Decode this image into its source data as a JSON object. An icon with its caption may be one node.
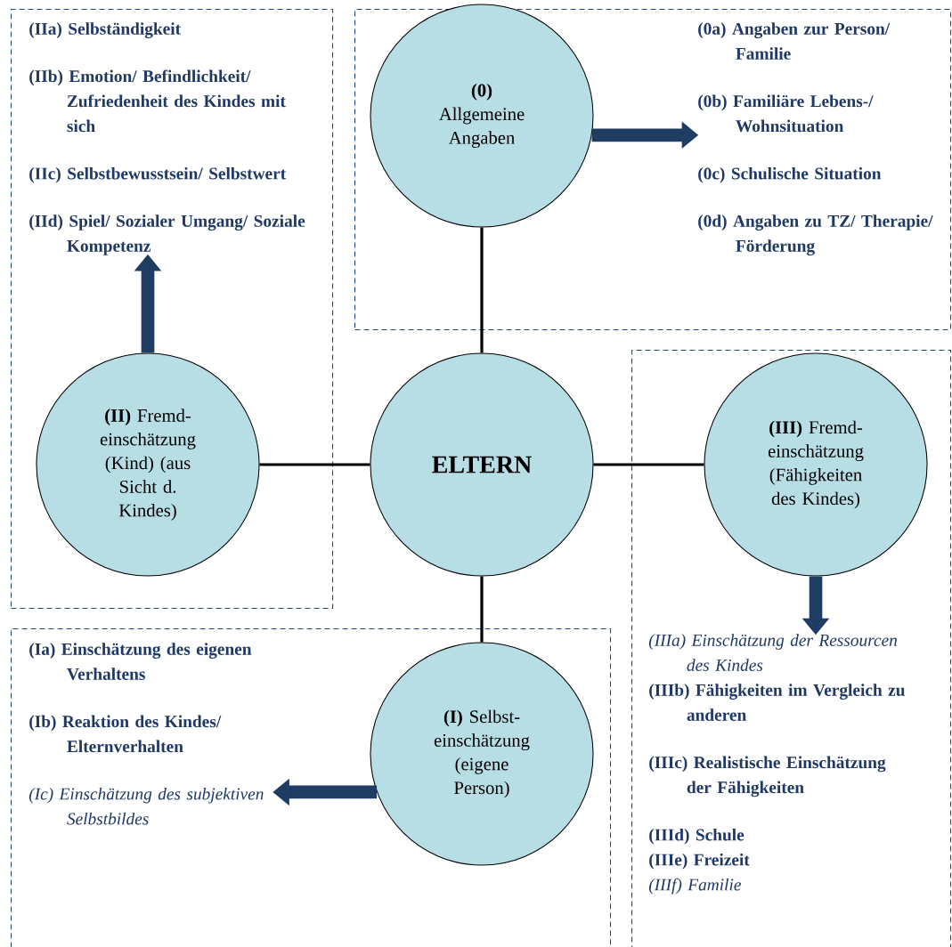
{
  "diagram": {
    "nodes": [
      {
        "text": [],
        "shape": "box"
      },
      {
        "text": [
          "**(IIa) Selbständigkeit**",
          "**(IIb) Emotion/ Befindlichkeit/ Zufriedenheit des Kindes mit sich**",
          "**(IIc) Selbstbewusstsein/ Selbstwert**",
          "**(IId) Spiel/ Sozialer Umgang/ Soziale Kompetenz**"
        ],
        "in": 0
      },
      {
        "text": [
          "**(II)** Fremd-einschätzung (Kind) (aus Sicht d. Kindes)"
        ],
        "in": 0
      },
      {
        "text": [],
        "shape": "box"
      },
      {
        "text": [
          "**(0)** Allgemeine Angaben"
        ],
        "in": 3
      },
      {
        "text": [
          "**(0a) Angaben zur Person/ Familie**",
          "**(0b) Familiäre Lebens-/ Wohnsituation**",
          "**(0c) Schulische Situation**",
          "**(0d) Angaben zu TZ/ Therapie/ Förderung**"
        ],
        "in": 3
      },
      {
        "text": [
          "**ELTERN**"
        ]
      },
      {
        "text": [],
        "shape": "box"
      },
      {
        "text": [
          "**(III)** Fremd-einschätzung (Fähigkeiten des Kindes)"
        ],
        "in": 7
      },
      {
        "text": [
          "*(IIIa) Einschätzung der Ressourcen des Kindes*",
          "**(IIIb) Fähigkeiten im Vergleich zu anderen**",
          "**(IIIc) Realistische Einschätzung der Fähigkeiten**",
          "**(IIId) Schule**",
          "**(IIIe) Freizeit**",
          "*(IIIf) Familie*"
        ],
        "in": 7
      },
      {
        "text": [],
        "shape": "box"
      },
      {
        "text": [
          "**(Ia) Einschätzung des eigenen Verhaltens**",
          "**(Ib) Reaktion des Kindes/ Elternverhalten**",
          "*(Ic) Einschätzung des subjektiven Selbstbildes*"
        ],
        "in": 10
      },
      {
        "text": [
          "**(I)** Selbst-einschätzung (eigene Person)"
        ],
        "in": 10
      }
    ],
    "edges": [
      {
        "from": 6,
        "to": 4,
        "arrow": "none"
      },
      {
        "from": 6,
        "to": 2,
        "arrow": "none"
      },
      {
        "from": 6,
        "to": 8,
        "arrow": "none"
      },
      {
        "from": 6,
        "to": 12,
        "arrow": "none"
      },
      {
        "from": 4,
        "to": 5,
        "arrow": "to",
        "style": "thick",
        "color": "#1f3d63"
      },
      {
        "from": 2,
        "to": 1,
        "arrow": "to",
        "style": "thick",
        "color": "#1f3d63"
      },
      {
        "from": 8,
        "to": 9,
        "arrow": "to",
        "style": "thick",
        "color": "#1f3d63"
      },
      {
        "from": 12,
        "to": 11,
        "arrow": "to",
        "style": "thick",
        "color": "#1f3d63"
      }
    ]
  }
}
